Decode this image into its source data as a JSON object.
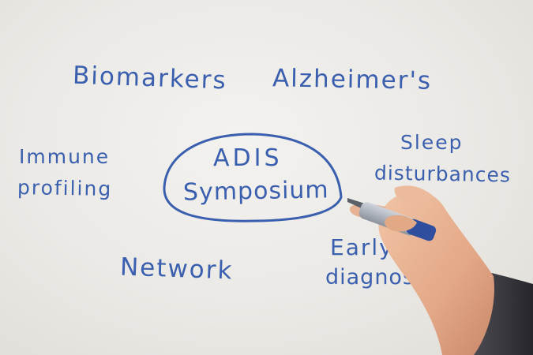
{
  "whiteboard": {
    "words": {
      "biomarkers": "Biomarkers",
      "alzheimers": "Alzheimer's",
      "immune": "Immune",
      "profiling": "profiling",
      "sleep": "Sleep",
      "disturbances": "disturbances",
      "adis": "ADIS",
      "symposium": "Symposium",
      "network": "Network",
      "early": "Early",
      "diagnosis": "diagnosis"
    },
    "colors": {
      "ink": "#3a5fae",
      "marker_cap": "#2f4f9e",
      "skin": "#e9b596",
      "sleeve": "#3a3a3f"
    }
  }
}
